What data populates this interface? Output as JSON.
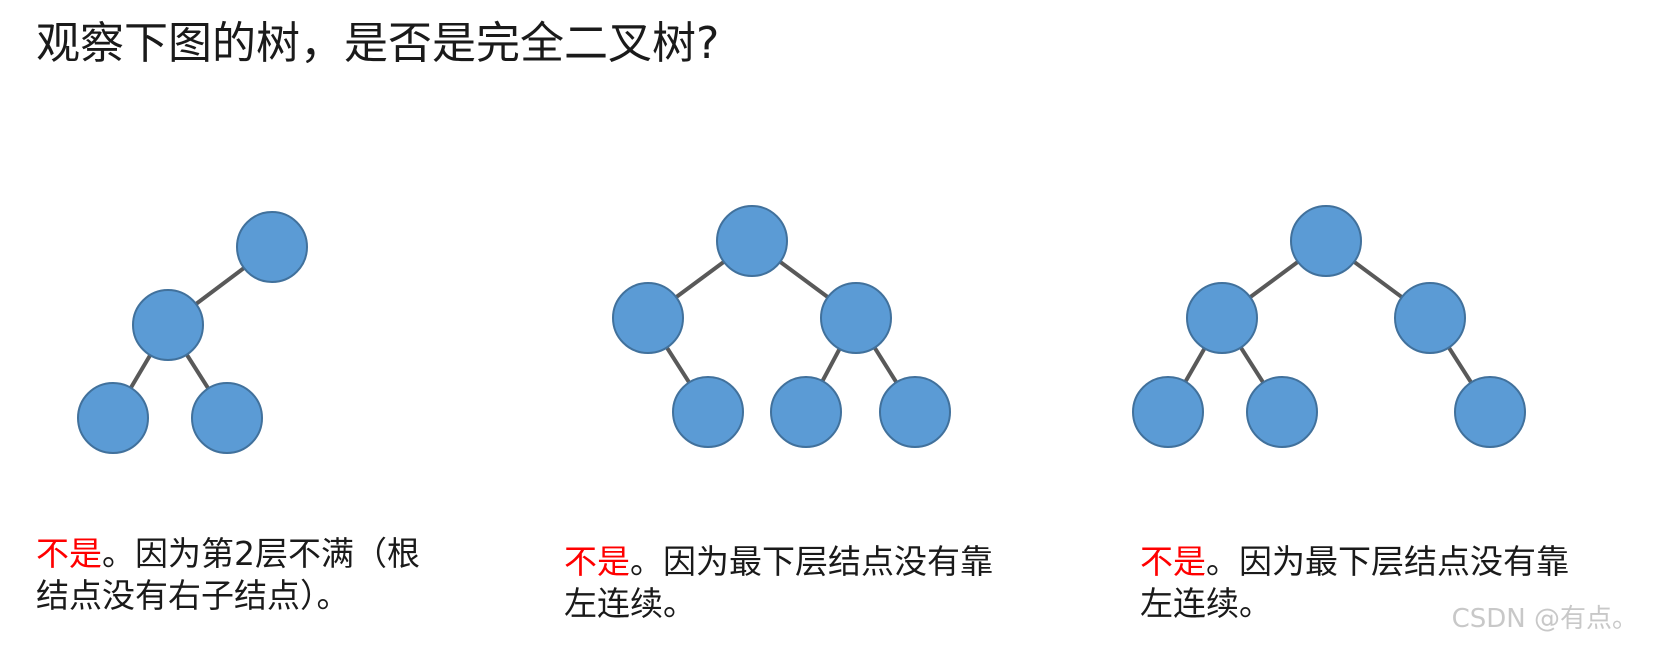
{
  "title": "观察下图的树，是否是完全二叉树?",
  "style": {
    "node_fill": "#5b9bd5",
    "node_stroke": "#41719c",
    "edge_color": "#595959",
    "verdict_color": "#ff0000"
  },
  "captions": [
    {
      "verdict": "不是",
      "reason_line1": "。因为第2层不满（根",
      "reason_line2": "结点没有右子结点）。"
    },
    {
      "verdict": "不是",
      "reason_line1": "。因为最下层结点没有靠",
      "reason_line2": "左连续。"
    },
    {
      "verdict": "不是",
      "reason_line1": "。因为最下层结点没有靠",
      "reason_line2": "左连续。"
    }
  ],
  "watermark": "CSDN @有点。"
}
